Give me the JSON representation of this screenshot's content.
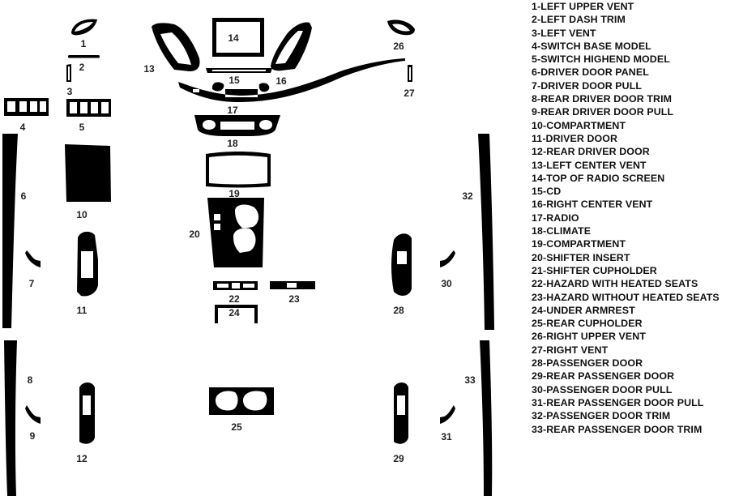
{
  "colors": {
    "part": "#000000",
    "label": "#222222",
    "background": "#ffffff"
  },
  "parts": [
    {
      "no": "1",
      "name": "LEFT UPPER VENT"
    },
    {
      "no": "2",
      "name": "LEFT DASH TRIM"
    },
    {
      "no": "3",
      "name": "LEFT VENT"
    },
    {
      "no": "4",
      "name": "SWITCH BASE MODEL"
    },
    {
      "no": "5",
      "name": "SWITCH HIGHEND MODEL"
    },
    {
      "no": "6",
      "name": "DRIVER DOOR PANEL"
    },
    {
      "no": "7",
      "name": "DRIVER DOOR PULL"
    },
    {
      "no": "8",
      "name": "REAR DRIVER DOOR TRIM"
    },
    {
      "no": "9",
      "name": "REAR DRIVER DOOR PULL"
    },
    {
      "no": "10",
      "name": "COMPARTMENT"
    },
    {
      "no": "11",
      "name": "DRIVER DOOR"
    },
    {
      "no": "12",
      "name": "REAR DRIVER DOOR"
    },
    {
      "no": "13",
      "name": "LEFT CENTER VENT"
    },
    {
      "no": "14",
      "name": "TOP OF RADIO SCREEN"
    },
    {
      "no": "15",
      "name": "CD"
    },
    {
      "no": "16",
      "name": "RIGHT CENTER VENT"
    },
    {
      "no": "17",
      "name": "RADIO"
    },
    {
      "no": "18",
      "name": "CLIMATE"
    },
    {
      "no": "19",
      "name": "COMPARTMENT"
    },
    {
      "no": "20",
      "name": "SHIFTER INSERT"
    },
    {
      "no": "21",
      "name": "SHIFTER CUPHOLDER"
    },
    {
      "no": "22",
      "name": "HAZARD WITH HEATED SEATS"
    },
    {
      "no": "23",
      "name": "HAZARD WITHOUT HEATED SEATS"
    },
    {
      "no": "24",
      "name": "UNDER ARMREST"
    },
    {
      "no": "25",
      "name": "REAR CUPHOLDER"
    },
    {
      "no": "26",
      "name": "RIGHT UPPER VENT"
    },
    {
      "no": "27",
      "name": "RIGHT VENT"
    },
    {
      "no": "28",
      "name": "PASSENGER DOOR"
    },
    {
      "no": "29",
      "name": "REAR PASSENGER DOOR"
    },
    {
      "no": "30",
      "name": "PASSENGER DOOR PULL"
    },
    {
      "no": "31",
      "name": "REAR PASSENGER DOOR PULL"
    },
    {
      "no": "32",
      "name": "PASSENGER DOOR TRIM"
    },
    {
      "no": "33",
      "name": "REAR PASSENGER DOOR TRIM"
    }
  ]
}
